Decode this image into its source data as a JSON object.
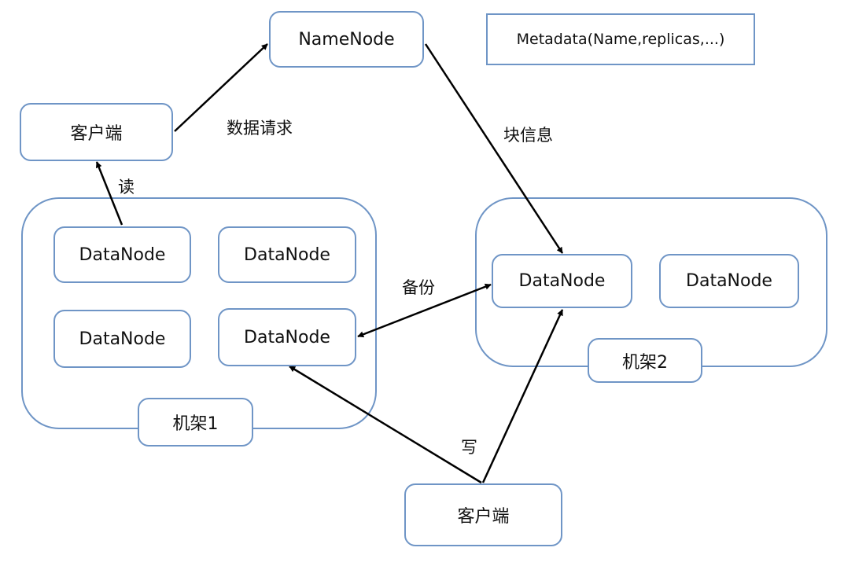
{
  "name_node": {
    "label": "NameNode"
  },
  "metadata": {
    "label": "Metadata(Name,replicas,...)"
  },
  "client_top": {
    "label": "客户端"
  },
  "client_bottom": {
    "label": "客户端"
  },
  "rack1": {
    "label": "机架1",
    "nodes": [
      {
        "label": "DataNode"
      },
      {
        "label": "DataNode"
      },
      {
        "label": "DataNode"
      },
      {
        "label": "DataNode"
      }
    ]
  },
  "rack2": {
    "label": "机架2",
    "nodes": [
      {
        "label": "DataNode"
      },
      {
        "label": "DataNode"
      }
    ]
  },
  "edges": {
    "data_request": "数据请求",
    "block_info": "块信息",
    "read": "读",
    "backup": "备份",
    "write": "写"
  },
  "colors": {
    "box_border": "#6f95c6",
    "arrow": "#000000"
  }
}
